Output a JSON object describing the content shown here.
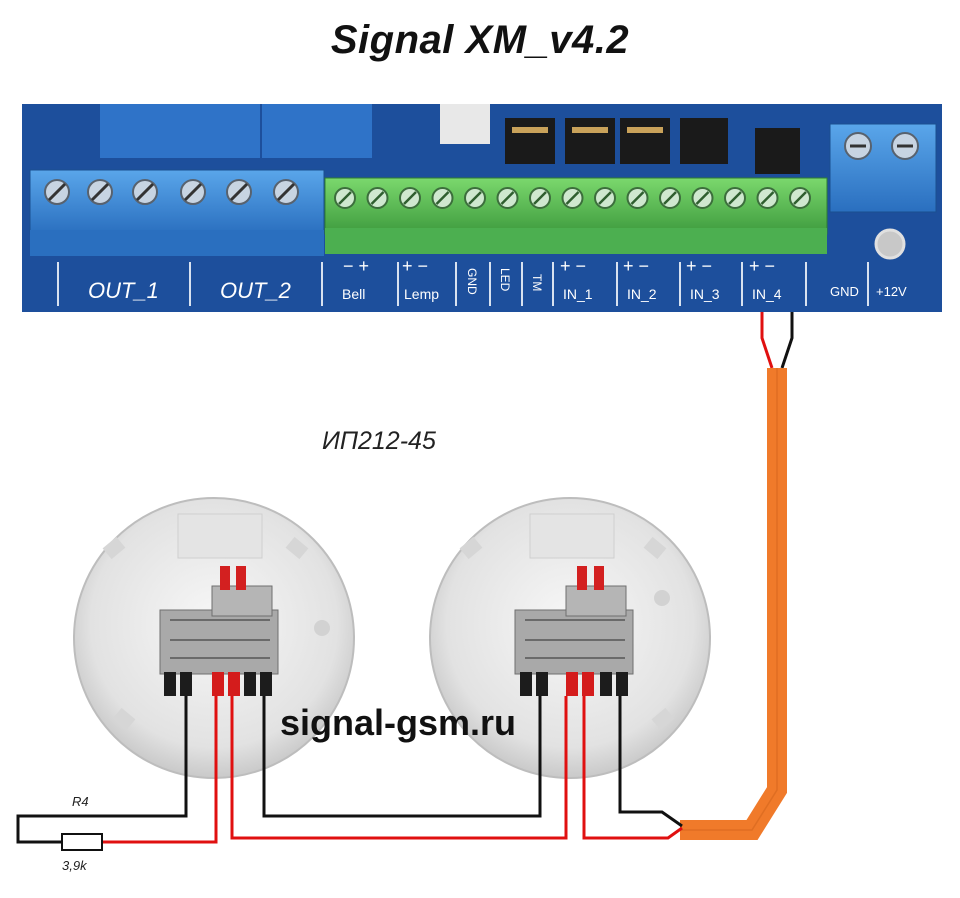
{
  "title": "Signal XM_v4.2",
  "board": {
    "out_labels": [
      "OUT_1",
      "OUT_2"
    ],
    "terminal_labels": [
      "Bell",
      "Lemp",
      "GND",
      "LED",
      "TM",
      "IN_1",
      "IN_2",
      "IN_3",
      "IN_4",
      "GND",
      "+12V"
    ],
    "polarity": {
      "bell": "−  +",
      "lemp": "+ −",
      "in": "+ −"
    }
  },
  "detector_model": "ИП212-45",
  "watermark": "signal-gsm.ru",
  "resistor": {
    "name": "R4",
    "value": "3,9k"
  },
  "colors": {
    "board": "#1d4f9c",
    "terminal_blue": "#3b86d6",
    "terminal_green": "#5fc15a",
    "cable_orange": "#f07a2a",
    "wire_red": "#e01010",
    "wire_black": "#111111"
  }
}
